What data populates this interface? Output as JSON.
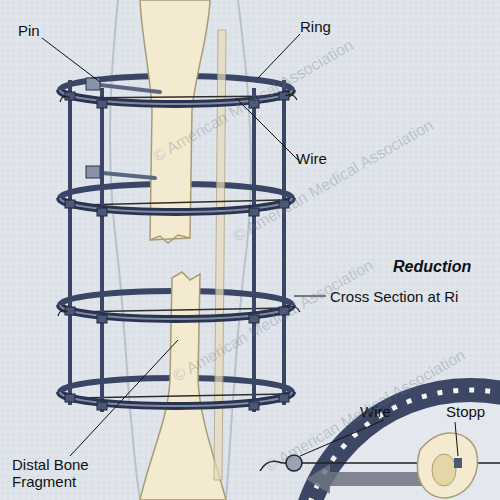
{
  "diagram": {
    "labels": [
      "Pin",
      "Ring",
      "Wire",
      "Distal Bone Fragment",
      "Reduction",
      "Cross Section at Ri",
      "Wire",
      "Stopp",
      "© American Medical Association",
      "© American Medical Association",
      "© American Medical Association",
      "© American Medical Association"
    ]
  }
}
